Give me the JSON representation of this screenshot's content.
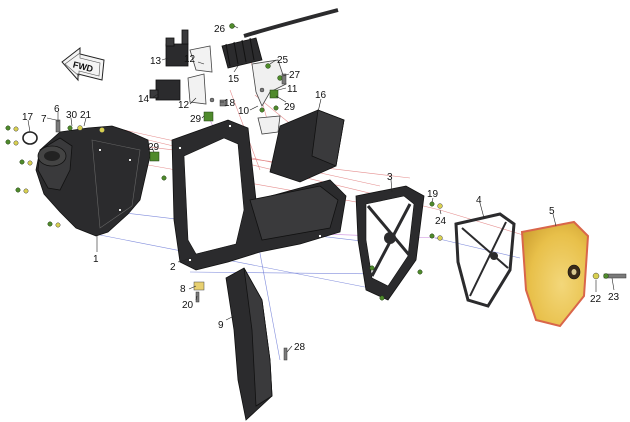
{
  "diagram": {
    "fwd_label": "FWD",
    "callouts": [
      {
        "id": "c1",
        "text": "1"
      },
      {
        "id": "c2",
        "text": "2"
      },
      {
        "id": "c3",
        "text": "3"
      },
      {
        "id": "c4",
        "text": "4"
      },
      {
        "id": "c5",
        "text": "5"
      },
      {
        "id": "c6",
        "text": "6"
      },
      {
        "id": "c7",
        "text": "7"
      },
      {
        "id": "c8",
        "text": "8"
      },
      {
        "id": "c9",
        "text": "9"
      },
      {
        "id": "c10",
        "text": "10"
      },
      {
        "id": "c11",
        "text": "11"
      },
      {
        "id": "c12a",
        "text": "12"
      },
      {
        "id": "c12b",
        "text": "12"
      },
      {
        "id": "c13",
        "text": "13"
      },
      {
        "id": "c14",
        "text": "14"
      },
      {
        "id": "c15",
        "text": "15"
      },
      {
        "id": "c16",
        "text": "16"
      },
      {
        "id": "c17",
        "text": "17"
      },
      {
        "id": "c18",
        "text": "18"
      },
      {
        "id": "c19",
        "text": "19"
      },
      {
        "id": "c20",
        "text": "20"
      },
      {
        "id": "c21",
        "text": "21"
      },
      {
        "id": "c22",
        "text": "22"
      },
      {
        "id": "c23",
        "text": "23"
      },
      {
        "id": "c24",
        "text": "24"
      },
      {
        "id": "c25",
        "text": "25"
      },
      {
        "id": "c26",
        "text": "26"
      },
      {
        "id": "c27",
        "text": "27"
      },
      {
        "id": "c28",
        "text": "28"
      },
      {
        "id": "c29a",
        "text": "29"
      },
      {
        "id": "c29b",
        "text": "29"
      },
      {
        "id": "c29c",
        "text": "29"
      },
      {
        "id": "c30",
        "text": "30"
      }
    ],
    "colors": {
      "part_dark": "#2b2b2d",
      "filter_yellow": "#e8c04a",
      "filter_edge": "#d9664a",
      "guide_red": "#e07a7a",
      "guide_blue": "#6a78d6",
      "guide_purple": "#c37ad8",
      "fastener_green": "#4f8a2c"
    }
  }
}
